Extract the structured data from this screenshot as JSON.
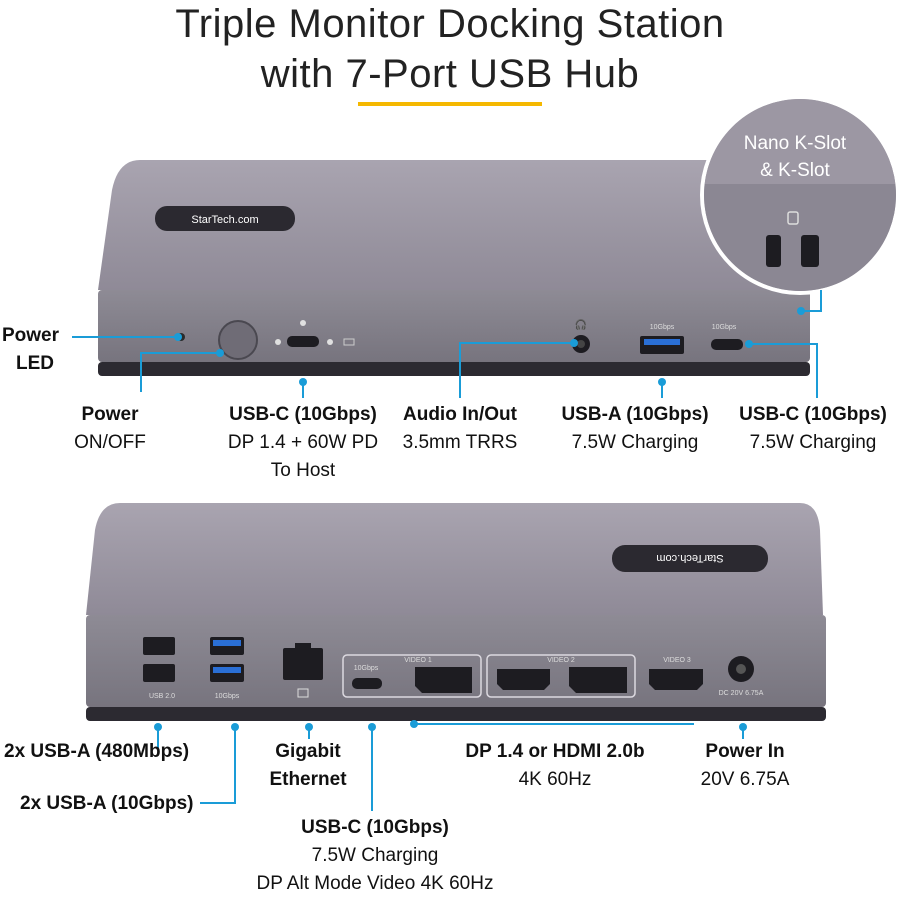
{
  "title_line1": "Triple Monitor Docking Station",
  "title_line2": "with 7-Port USB Hub",
  "brand": "StarTech.com",
  "inset": {
    "line1": "Nano K-Slot",
    "line2": "& K-Slot"
  },
  "front_port_text": {
    "usbc_small": "10Gbps",
    "usba_small": "10Gbps"
  },
  "rear_port_text": {
    "usb20": "USB 2.0",
    "usb10": "10Gbps",
    "video1": "VIDEO 1",
    "video2": "VIDEO 2",
    "video3": "VIDEO 3",
    "usbc_speed": "10Gbps",
    "dc": "DC 20V 6.75A"
  },
  "labels": {
    "power_led": {
      "l1": "Power",
      "l2": "LED"
    },
    "power": {
      "l1": "Power",
      "l2": "ON/OFF"
    },
    "usbc_host": {
      "l1": "USB-C (10Gbps)",
      "l2": "DP 1.4 + 60W PD",
      "l3": "To Host"
    },
    "audio": {
      "l1": "Audio In/Out",
      "l2": "3.5mm TRRS"
    },
    "usba_front": {
      "l1": "USB-A (10Gbps)",
      "l2": "7.5W Charging"
    },
    "usbc_front": {
      "l1": "USB-C (10Gbps)",
      "l2": "7.5W Charging"
    },
    "usba_480": "2x USB-A (480Mbps)",
    "usba_10": "2x USB-A (10Gbps)",
    "ethernet": {
      "l1": "Gigabit",
      "l2": "Ethernet"
    },
    "dp_hdmi": {
      "l1": "DP 1.4 or HDMI 2.0b",
      "l2": "4K 60Hz"
    },
    "power_in": {
      "l1": "Power In",
      "l2": "20V 6.75A"
    },
    "usbc_rear": {
      "l1": "USB-C (10Gbps)",
      "l2": "7.5W Charging",
      "l3": "DP Alt Mode Video 4K 60Hz"
    }
  }
}
